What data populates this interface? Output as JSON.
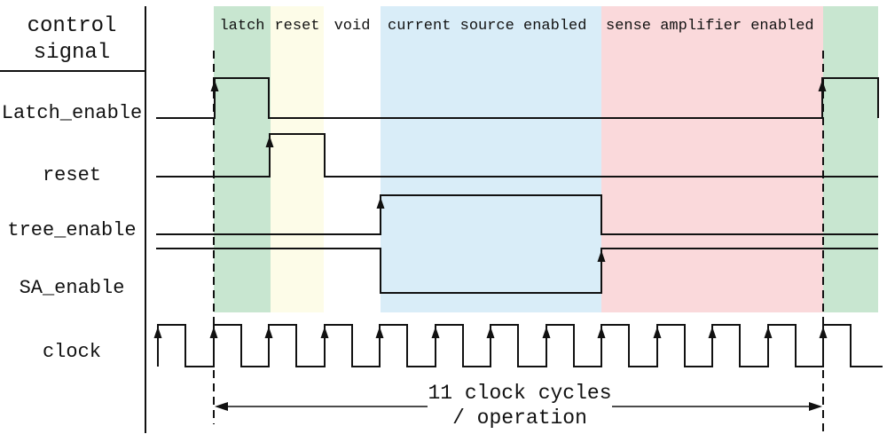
{
  "header": {
    "line1": "control",
    "line2": "signal"
  },
  "signals": [
    {
      "label": "Latch_enable"
    },
    {
      "label": "reset"
    },
    {
      "label": "tree_enable"
    },
    {
      "label": "SA_enable"
    },
    {
      "label": "clock"
    }
  ],
  "phases": [
    {
      "label": "latch",
      "color": "#c8e6d0"
    },
    {
      "label": "reset",
      "color": "#fdfce8"
    },
    {
      "label": "void",
      "color": "#ffffff"
    },
    {
      "label": "current source enabled",
      "color": "#d9edf8"
    },
    {
      "label": "sense amplifier enabled",
      "color": "#fad9db"
    },
    {
      "label": "",
      "color": "#c8e6d0"
    }
  ],
  "annotation": {
    "line1": "11 clock cycles",
    "line2": "/ operation"
  },
  "colors": {
    "line": "#111111",
    "background": "#ffffff"
  }
}
